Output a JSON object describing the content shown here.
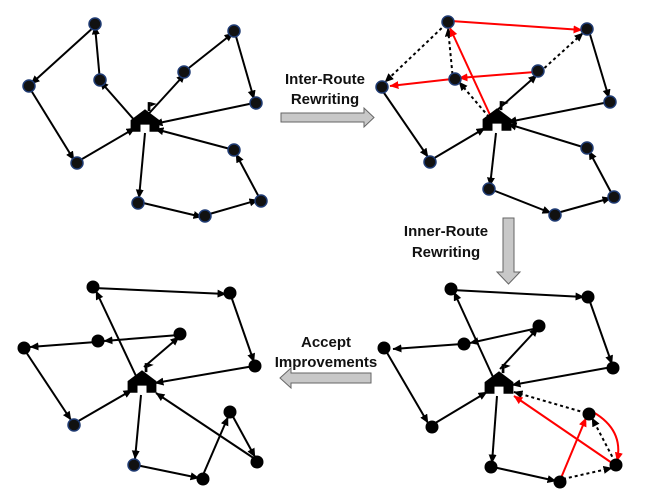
{
  "labels": {
    "inter_route": [
      "Inter-Route",
      "Rewriting"
    ],
    "inner_route": [
      "Inner-Route",
      "Rewriting"
    ],
    "accept": [
      "Accept",
      "Improvements"
    ]
  },
  "colors": {
    "edge": "#000000",
    "highlight": "#ff0000",
    "node_fill": "#111111",
    "node_outline": "#1f3b73",
    "process_arrow_fill": "#c8c8c8",
    "process_arrow_stroke": "#666666"
  },
  "panels": [
    {
      "id": "initial",
      "node_style": "outlined",
      "depot_icon": "depot-icon"
    },
    {
      "id": "after-inter-route",
      "node_style": "outlined",
      "depot_icon": "depot-icon"
    },
    {
      "id": "after-inner-route",
      "node_style": "solid",
      "depot_icon": "depot-icon"
    },
    {
      "id": "accepted",
      "node_style": "mixed",
      "depot_icon": "depot-icon"
    }
  ]
}
